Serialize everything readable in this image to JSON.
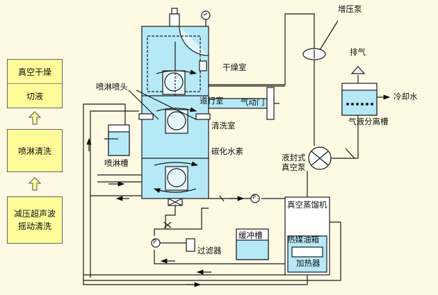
{
  "process_steps": {
    "step1": [
      "真空干燥",
      "切液"
    ],
    "step2": "喷淋清洗",
    "step3": [
      "减压超声波",
      "摇动清洗"
    ]
  },
  "labels": {
    "booster_pump": "增压泵",
    "exhaust": "排气",
    "cooling_water": "冷却水",
    "gas_liquid_separator": "气液分离槽",
    "drying_chamber": "干燥室",
    "transfer_chamber": "道行室",
    "pneumatic_door": "气动门",
    "washing_chamber": "清洗室",
    "hydrocarbon": "碳化水素",
    "spray_nozzle": "喷淋喷头",
    "spray_tank": "喷淋槽",
    "liquid_ring_pump": [
      "液封式",
      "真空泵"
    ],
    "vacuum_distiller": "真空蒸馏机",
    "buffer_tank": "缓冲槽",
    "heat_oil_tank": "热媒油箱",
    "heater": "加热器",
    "filter": "过滤器",
    "pump_p": "P"
  },
  "colors": {
    "liquid": "#b5e9f5",
    "line": "#1a1a1a",
    "background": "#fdf9e3",
    "flow_box": "#fffd99"
  }
}
